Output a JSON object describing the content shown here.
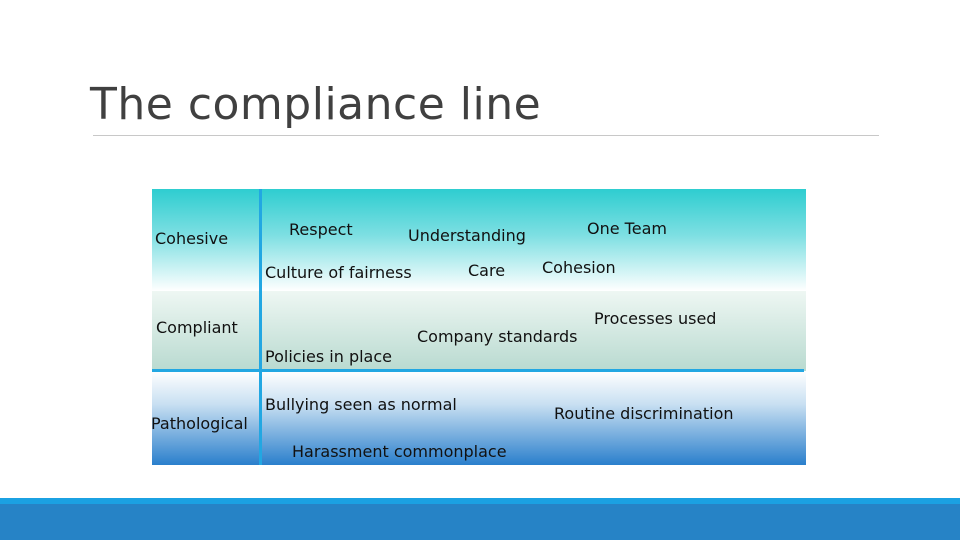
{
  "slide": {
    "title": "The compliance line"
  },
  "diagram": {
    "rows": [
      {
        "label": "Cohesive",
        "items": [
          "Respect",
          "Understanding",
          "One Team",
          "Culture of fairness",
          "Care",
          "Cohesion"
        ]
      },
      {
        "label": "Compliant",
        "items": [
          "Processes used",
          "Company standards",
          "Policies in place"
        ]
      },
      {
        "label": "Pathological",
        "items": [
          "Bullying seen as normal",
          "Routine discrimination",
          "Harassment commonplace"
        ]
      }
    ]
  },
  "colors": {
    "title_text": "#404040",
    "line_accent": "#22a7e2",
    "cohesive_band_top": "#2ecdd0",
    "compliant_band_bottom": "#b9dad0",
    "pathological_band_bottom": "#2a7fcc",
    "footer_strip": "#1ba1e2",
    "footer_bar": "#2683c6"
  }
}
